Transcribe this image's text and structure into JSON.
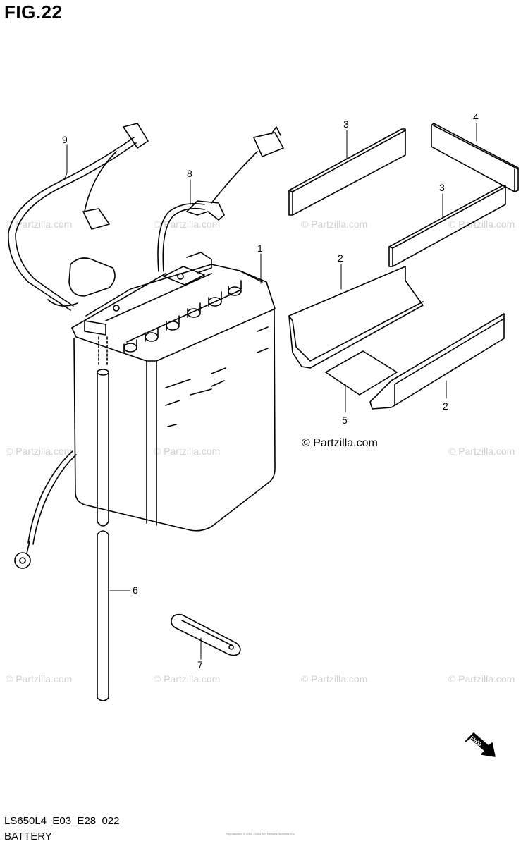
{
  "figure": {
    "title": "FIG.22",
    "code": "LS650L4_E03_E28_022",
    "name": "BATTERY",
    "copyright_center": "© Partzilla.com",
    "watermark": "© Partzilla.com",
    "tiny_copyright": "Reproduction © 2004 - 2024 ARI Network Services, Inc."
  },
  "callouts": [
    {
      "id": "9",
      "label": "9"
    },
    {
      "id": "8",
      "label": "8"
    },
    {
      "id": "3a",
      "label": "3"
    },
    {
      "id": "4",
      "label": "4"
    },
    {
      "id": "3b",
      "label": "3"
    },
    {
      "id": "1",
      "label": "1"
    },
    {
      "id": "2a",
      "label": "2"
    },
    {
      "id": "2b",
      "label": "2"
    },
    {
      "id": "5",
      "label": "5"
    },
    {
      "id": "6",
      "label": "6"
    },
    {
      "id": "7",
      "label": "7"
    }
  ],
  "fwd_label": "FWD"
}
